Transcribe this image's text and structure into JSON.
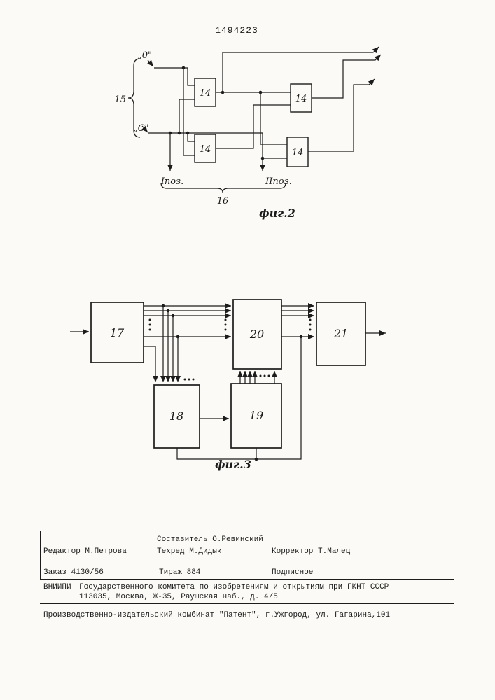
{
  "page": {
    "patent_number": "1494223"
  },
  "fig2": {
    "caption": "фиг.2",
    "group_brace_label": "15",
    "under_brace_label": "16",
    "input_zero_label": "„0\"",
    "input_c_label": "„C\"",
    "cell_label": "14",
    "pos_one_label": "Iпоз.",
    "pos_two_label": "IIпоз."
  },
  "fig3": {
    "caption": "фиг.3",
    "block17": "17",
    "block18": "18",
    "block19": "19",
    "block20": "20",
    "block21": "21"
  },
  "imprint": {
    "compiler": "Составитель О.Ревинский",
    "editor": "Редактор М.Петрова",
    "techred": "Техред М.Дидык",
    "corrector": "Корректор Т.Малец",
    "order": "Заказ 4130/56",
    "print_run": "Тираж 884",
    "subscription": "Подписное",
    "vniipi": "ВНИИПИ",
    "committee_line1": "Государственного комитета по изобретениям и открытиям при ГКНТ СССР",
    "committee_line2": "113035, Москва, Ж-35, Раушская наб., д. 4/5",
    "publisher": "Производственно-издательский комбинат \"Патент\", г.Ужгород, ул. Гагарина,101"
  }
}
